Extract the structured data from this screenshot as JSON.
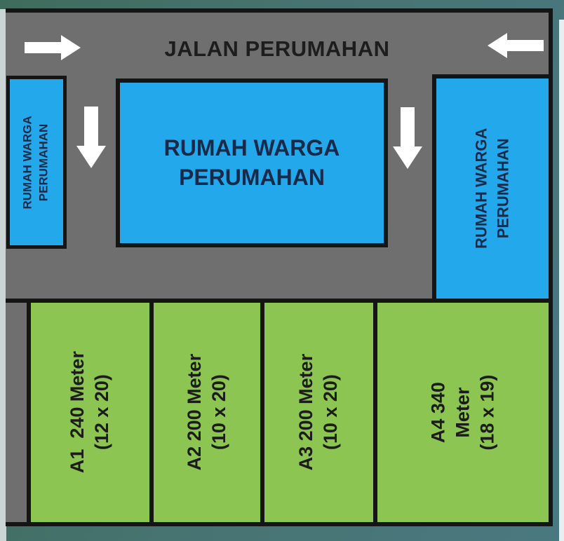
{
  "road": {
    "street_label": "JALAN PERUMAHAN"
  },
  "houses": {
    "left": {
      "label": "RUMAH WARGA\nPERUMAHAN"
    },
    "center": {
      "label": "RUMAH WARGA\nPERUMAHAN"
    },
    "right": {
      "label": "RUMAH WARGA\nPERUMAHAN"
    }
  },
  "plots": [
    {
      "id": "A1",
      "label": "A1  240 Meter\n(12 x 20)"
    },
    {
      "id": "A2",
      "label": "A2 200 Meter\n(10 x 20)"
    },
    {
      "id": "A3",
      "label": "A3 200 Meter\n(10 x 20)"
    },
    {
      "id": "A4",
      "label": "A4 340\nMeter\n(18 x 19)"
    }
  ],
  "icons": {
    "arrow_right": "→",
    "arrow_left": "←",
    "arrow_down": "↓"
  },
  "colors": {
    "road_gray": "#6f6f6f",
    "house_blue": "#24a8ec",
    "plot_green": "#8cc551",
    "border_black": "#151515",
    "arrow_white": "#ffffff",
    "road_text": "#1d1d1d",
    "house_text": "#182a49",
    "plot_text": "#1c1c1a",
    "background_teal": "#477471"
  }
}
